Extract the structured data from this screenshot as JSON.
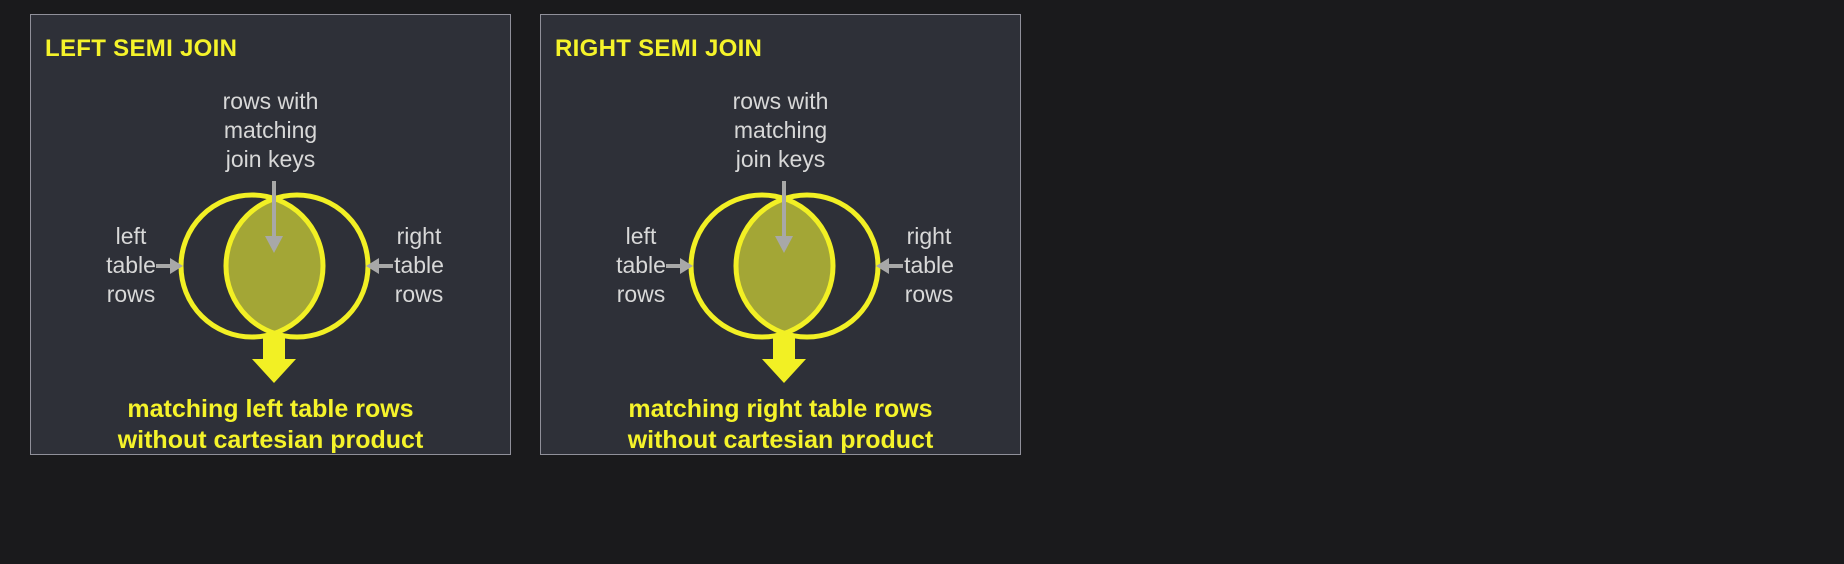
{
  "colors": {
    "page_background": "#1a1a1c",
    "panel_background": "#2e3038",
    "panel_border": "#90909a",
    "accent_yellow": "#f2f024",
    "title_yellow": "#f5f32a",
    "label_gray": "#d8d8d8",
    "arrow_gray": "#a8a8a8",
    "intersection_olive": "#a3a636"
  },
  "panels": [
    {
      "title": "LEFT SEMI JOIN",
      "top_label": "rows with\nmatching\njoin keys",
      "left_label": "left\ntable\nrows",
      "right_label": "right\ntable\nrows",
      "result": "matching left table rows\nwithout cartesian product"
    },
    {
      "title": "RIGHT SEMI JOIN",
      "top_label": "rows with\nmatching\njoin keys",
      "left_label": "left\ntable\nrows",
      "right_label": "right\ntable\nrows",
      "result": "matching right table rows\nwithout cartesian product"
    }
  ]
}
